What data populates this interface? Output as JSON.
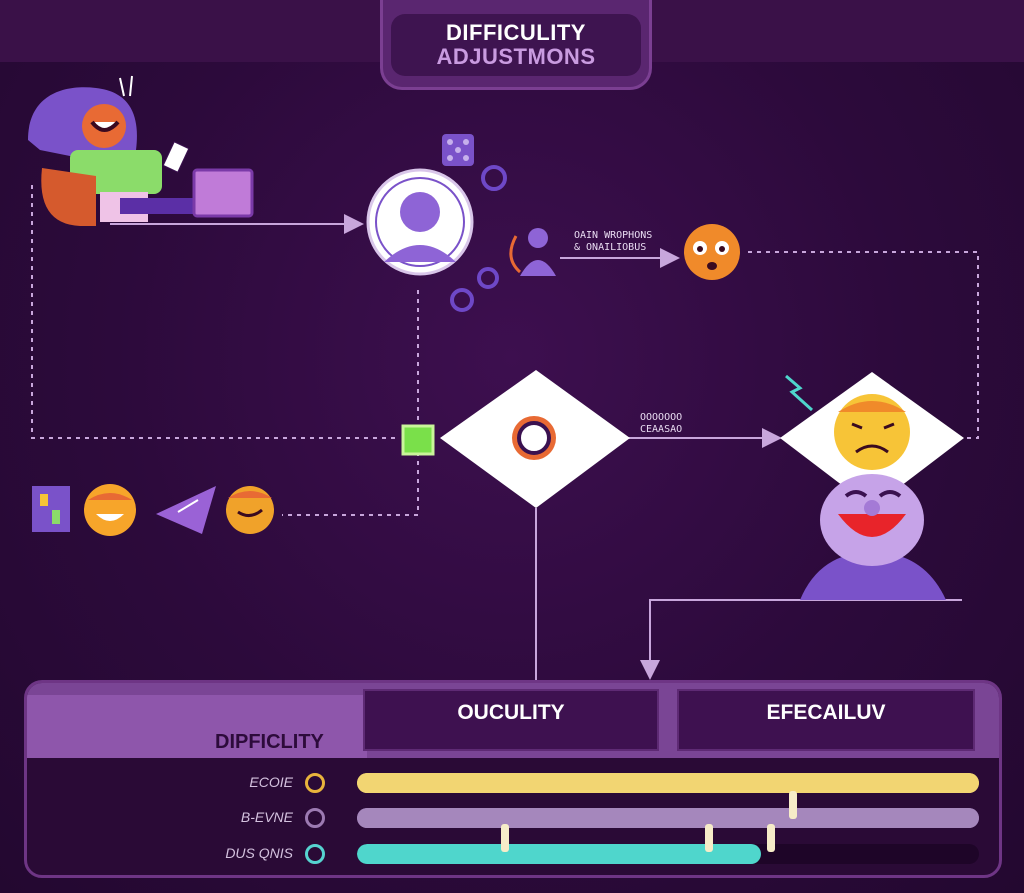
{
  "title": {
    "line1": "DIFFICULITY",
    "line2": "ADJUSTMONS"
  },
  "labels": {
    "flow_note_1": "OAIN WROPHONS",
    "flow_note_2": "& ONAILIOBUS",
    "flow_note_3": "OOOOOOO",
    "flow_note_4": "CEAASAO"
  },
  "panel": {
    "title": "DIPFICLITY",
    "header_1": "OUCULITY",
    "header_2": "EFECAILUV",
    "rows": [
      {
        "label": "ECOIE",
        "color": "#e9b43c",
        "fill": 1.0,
        "fill_color": "#f2d572",
        "track_color": "#f2d572"
      },
      {
        "label": "B-EVNE",
        "color": "#9c7ab2",
        "fill": 1.0,
        "fill_color": "#a587bc",
        "track_color": "#a587bc"
      },
      {
        "label": "DUS QNIS",
        "color": "#56d3d0",
        "fill": 0.65,
        "fill_color": "#4fd6cc",
        "track_color": "#1e0528"
      }
    ]
  },
  "colors": {
    "accent_purple": "#8b5fc7",
    "flow_line": "#c8a6dc",
    "emoji_orange": "#f08a2a",
    "emoji_yellow": "#f7c437"
  }
}
